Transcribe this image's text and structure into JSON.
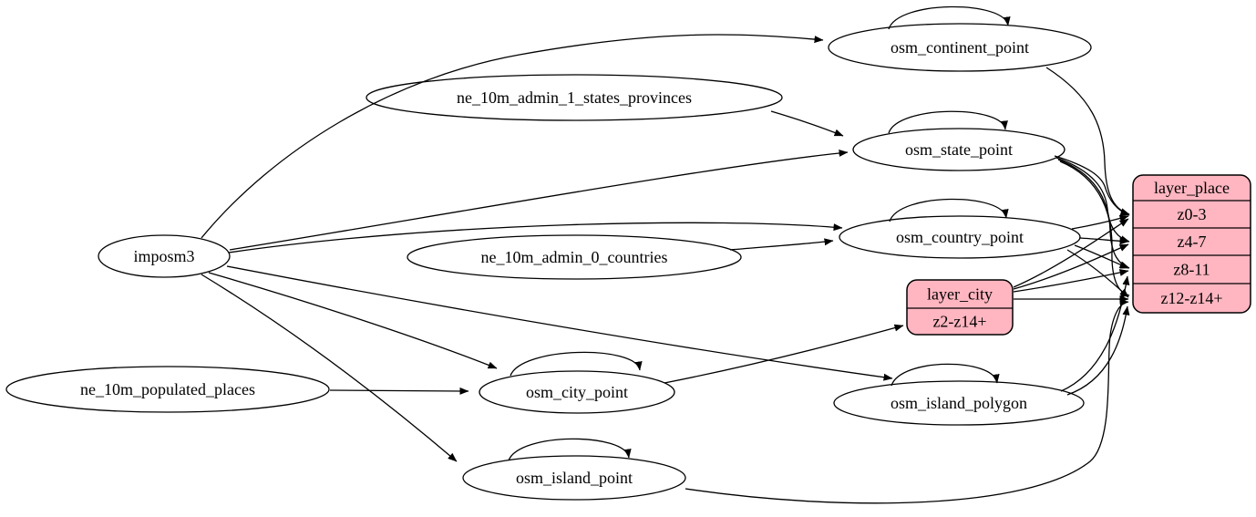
{
  "diagram": {
    "kind": "etl-graph",
    "colors": {
      "background": "#ffffff",
      "edge": "#000000",
      "node_stroke": "#000000",
      "node_fill": "#ffffff",
      "layer_fill": "#ffb6c1",
      "text": "#000000"
    },
    "nodes": {
      "imposm3": {
        "label": "imposm3",
        "type": "source"
      },
      "ne_10m_populated_places": {
        "label": "ne_10m_populated_places",
        "type": "source"
      },
      "ne_10m_admin_1_states_provinces": {
        "label": "ne_10m_admin_1_states_provinces",
        "type": "source"
      },
      "ne_10m_admin_0_countries": {
        "label": "ne_10m_admin_0_countries",
        "type": "source"
      },
      "osm_continent_point": {
        "label": "osm_continent_point",
        "type": "table"
      },
      "osm_state_point": {
        "label": "osm_state_point",
        "type": "table"
      },
      "osm_country_point": {
        "label": "osm_country_point",
        "type": "table"
      },
      "osm_city_point": {
        "label": "osm_city_point",
        "type": "table"
      },
      "osm_island_polygon": {
        "label": "osm_island_polygon",
        "type": "table"
      },
      "osm_island_point": {
        "label": "osm_island_point",
        "type": "table"
      },
      "layer_city": {
        "label": "layer_city",
        "type": "layer",
        "rows": [
          "z2-z14+"
        ]
      },
      "layer_place": {
        "label": "layer_place",
        "type": "layer",
        "rows": [
          "z0-3",
          "z4-7",
          "z8-11",
          "z12-z14+"
        ]
      }
    },
    "edges": [
      {
        "from": "imposm3",
        "to": "osm_continent_point"
      },
      {
        "from": "imposm3",
        "to": "osm_state_point"
      },
      {
        "from": "imposm3",
        "to": "osm_country_point"
      },
      {
        "from": "imposm3",
        "to": "osm_city_point"
      },
      {
        "from": "imposm3",
        "to": "osm_island_polygon"
      },
      {
        "from": "imposm3",
        "to": "osm_island_point"
      },
      {
        "from": "ne_10m_admin_1_states_provinces",
        "to": "osm_state_point"
      },
      {
        "from": "ne_10m_admin_0_countries",
        "to": "osm_country_point"
      },
      {
        "from": "ne_10m_populated_places",
        "to": "osm_city_point"
      },
      {
        "from": "osm_continent_point",
        "to": "osm_continent_point"
      },
      {
        "from": "osm_state_point",
        "to": "osm_state_point"
      },
      {
        "from": "osm_country_point",
        "to": "osm_country_point"
      },
      {
        "from": "osm_city_point",
        "to": "osm_city_point"
      },
      {
        "from": "osm_island_polygon",
        "to": "osm_island_polygon"
      },
      {
        "from": "osm_island_point",
        "to": "osm_island_point"
      },
      {
        "from": "osm_city_point",
        "to": "layer_city",
        "port": "z2-z14+"
      },
      {
        "from": "osm_continent_point",
        "to": "layer_place",
        "port": "z0-3"
      },
      {
        "from": "osm_state_point",
        "to": "layer_place",
        "port": "z0-3"
      },
      {
        "from": "osm_state_point",
        "to": "layer_place",
        "port": "z4-7"
      },
      {
        "from": "osm_state_point",
        "to": "layer_place",
        "port": "z8-11"
      },
      {
        "from": "osm_state_point",
        "to": "layer_place",
        "port": "z12-z14+"
      },
      {
        "from": "osm_country_point",
        "to": "layer_place",
        "port": "z0-3"
      },
      {
        "from": "osm_country_point",
        "to": "layer_place",
        "port": "z4-7"
      },
      {
        "from": "osm_country_point",
        "to": "layer_place",
        "port": "z8-11"
      },
      {
        "from": "osm_country_point",
        "to": "layer_place",
        "port": "z12-z14+"
      },
      {
        "from": "layer_city",
        "to": "layer_place",
        "port": "z0-3"
      },
      {
        "from": "layer_city",
        "to": "layer_place",
        "port": "z4-7"
      },
      {
        "from": "layer_city",
        "to": "layer_place",
        "port": "z8-11"
      },
      {
        "from": "layer_city",
        "to": "layer_place",
        "port": "z12-z14+"
      },
      {
        "from": "osm_island_polygon",
        "to": "layer_place",
        "port": "z8-11"
      },
      {
        "from": "osm_island_polygon",
        "to": "layer_place",
        "port": "z12-z14+"
      },
      {
        "from": "osm_island_point",
        "to": "layer_place",
        "port": "z12-z14+"
      }
    ]
  }
}
